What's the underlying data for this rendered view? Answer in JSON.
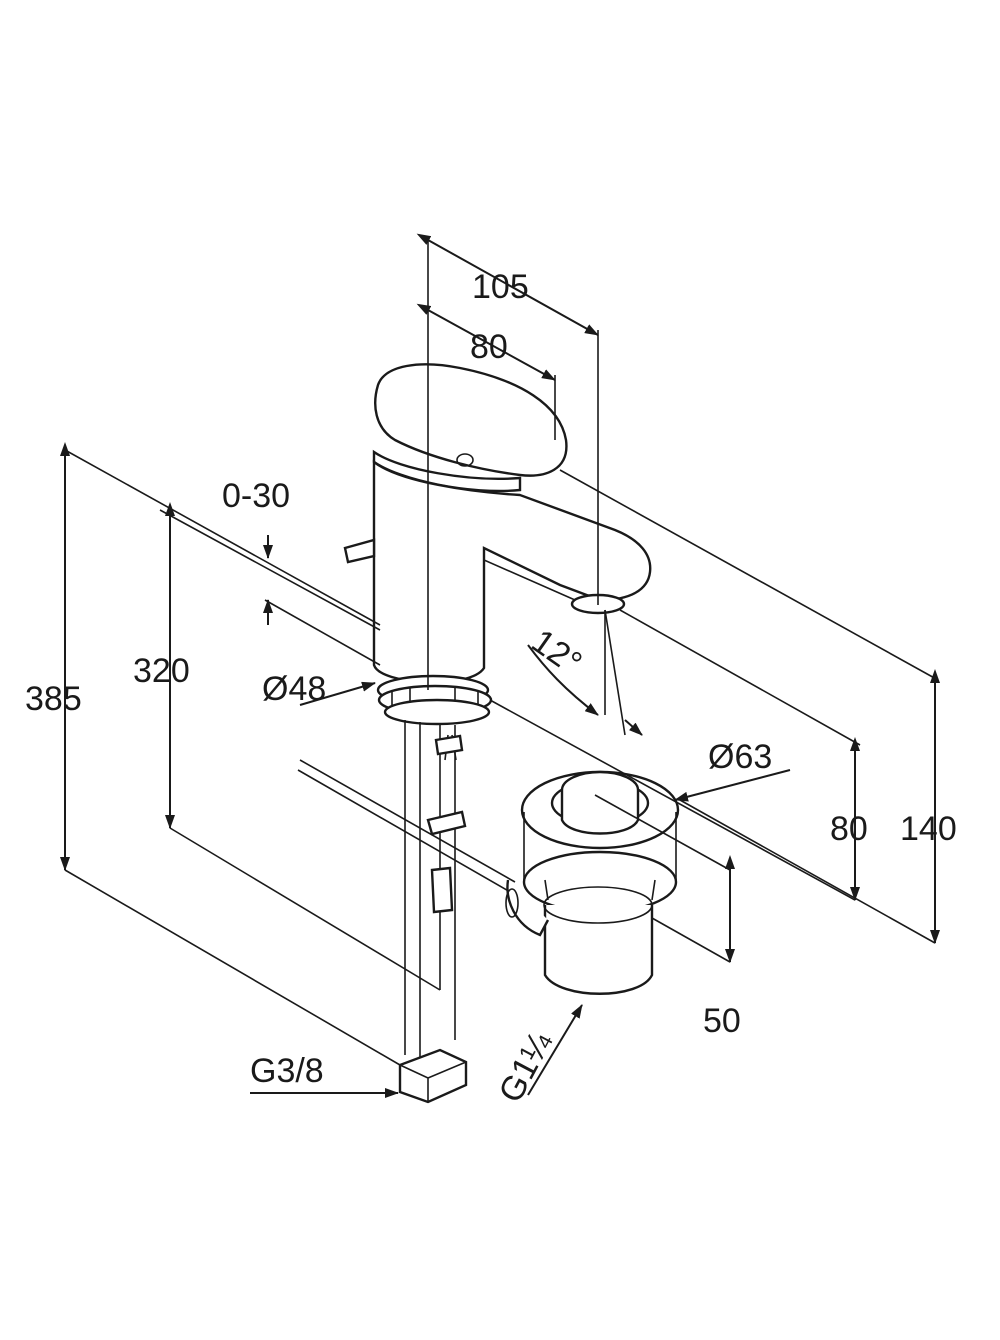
{
  "dimensions": {
    "d105": "105",
    "d80_top": "80",
    "d0_30": "0-30",
    "d385": "385",
    "d320": "320",
    "d48": "Ø48",
    "d12": "12°",
    "d63": "Ø63",
    "d80_right": "80",
    "d140": "140",
    "d50": "50",
    "g38": "G3/8",
    "g114": "G1¼"
  }
}
